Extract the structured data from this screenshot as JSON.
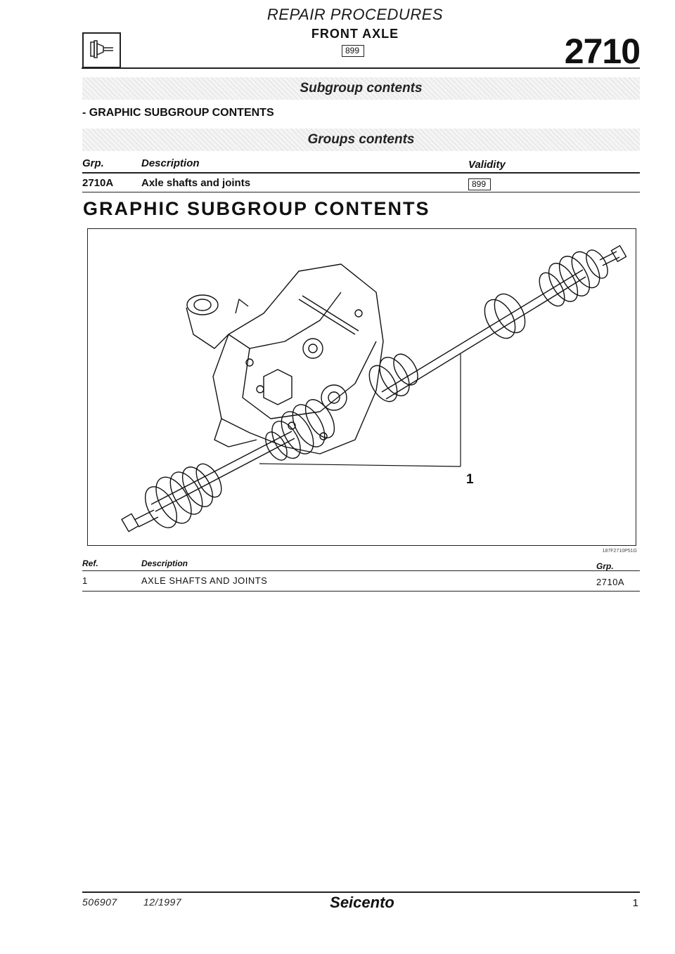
{
  "header": {
    "section": "REPAIR PROCEDURES",
    "title": "FRONT AXLE",
    "validity": "899",
    "code": "2710",
    "logo_icon": "axle-shaft-icon"
  },
  "bands": {
    "subgroup": "Subgroup contents",
    "groups": "Groups contents"
  },
  "subgroup_line": "- GRAPHIC SUBGROUP CONTENTS",
  "groups_table": {
    "headers": {
      "grp": "Grp.",
      "description": "Description",
      "validity": "Validity"
    },
    "rows": [
      {
        "grp": "2710A",
        "description": "Axle shafts and joints",
        "validity": "899"
      }
    ]
  },
  "graphic_title": "GRAPHIC SUBGROUP CONTENTS",
  "figure": {
    "callout": "1",
    "image_id": "187F2710P51G"
  },
  "ref_table": {
    "headers": {
      "ref": "Ref.",
      "description": "Description",
      "grp": "Grp."
    },
    "rows": [
      {
        "ref": "1",
        "description": "AXLE SHAFTS AND JOINTS",
        "grp": "2710A"
      }
    ]
  },
  "footer": {
    "doc_number": "506907",
    "date": "12/1997",
    "brand": "Seicento",
    "page": "1"
  }
}
